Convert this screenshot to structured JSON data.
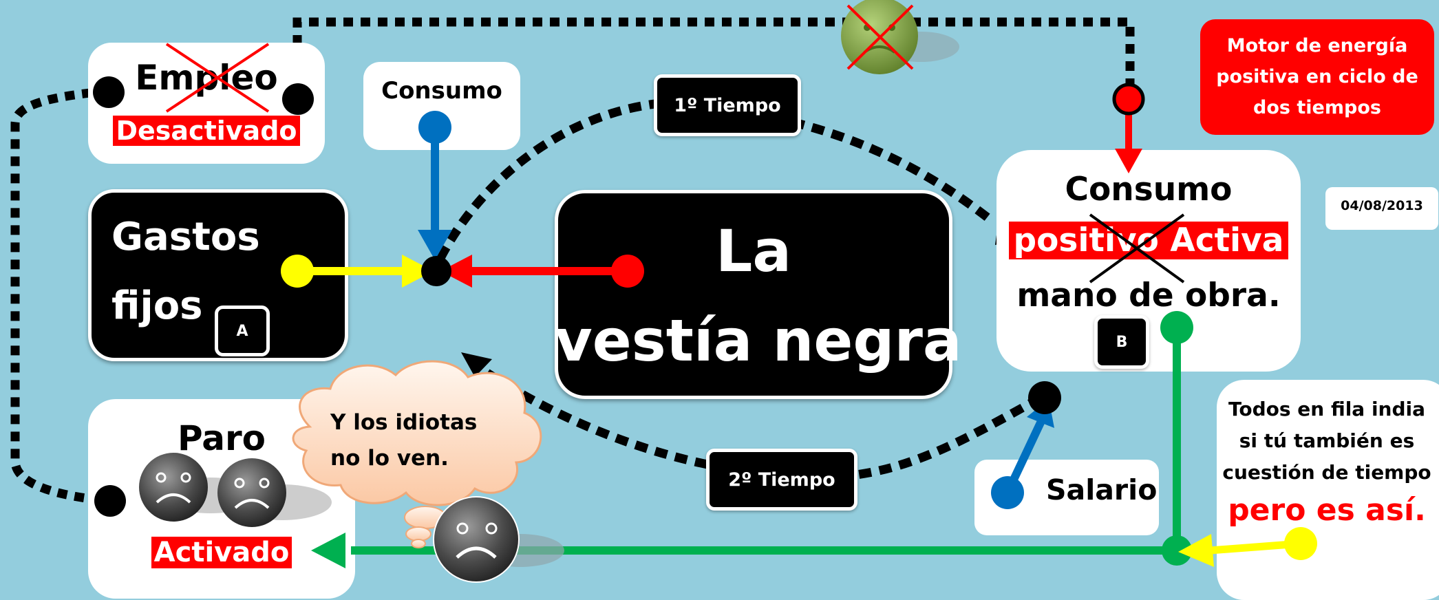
{
  "title_box": {
    "text": "Motor de energía positiva en ciclo de dos tiempos"
  },
  "date": "04/08/2013",
  "empleo": {
    "word": "Empleo",
    "status": "Desactivado"
  },
  "consumo_left": {
    "label": "Consumo"
  },
  "gastos": {
    "line1": "Gastos",
    "line2": "fijos",
    "tag": "A"
  },
  "bestia": {
    "line1": "La",
    "line2": "vestía negra"
  },
  "tiempo1": "1º Tiempo",
  "tiempo2": "2º Tiempo",
  "consumo_right": {
    "line1": "Consumo",
    "crossed": "positivo",
    "highlight": "Activa",
    "line3": "mano de obra.",
    "tag": "B"
  },
  "paro": {
    "title": "Paro",
    "status": "Activado"
  },
  "bubble": {
    "text_line1": "Y los idiotas",
    "text_line2": "no lo ven."
  },
  "salario": "Salario",
  "note": {
    "line1": "Todos en fila india",
    "line2": "si tú también es",
    "line3": "cuestión de tiempo",
    "emphasis": "pero es así."
  },
  "colors": {
    "background": "#93cddd",
    "red": "#ff0000",
    "blue": "#0070c0",
    "yellow": "#ffff00",
    "green": "#00b050",
    "black": "#000000"
  }
}
